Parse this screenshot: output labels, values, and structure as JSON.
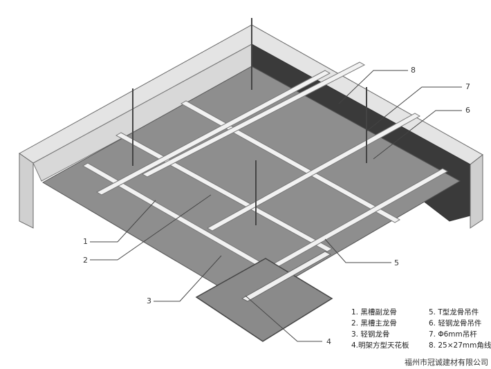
{
  "callouts": [
    "1",
    "2",
    "3",
    "4",
    "5",
    "6",
    "7",
    "8"
  ],
  "legend": {
    "left": [
      "1. 黑槽副龙骨",
      "2. 黑槽主龙骨",
      "3. 轻钢龙骨",
      "4.明架方型天花板"
    ],
    "right": [
      "5. T型龙骨吊件",
      "6. 轻钢龙骨吊件",
      "7. Φ6mm吊杆",
      "8. 25×27mm角线"
    ]
  },
  "company": "福州市冠诚建材有限公司",
  "colors": {
    "wall_top": "#e6e6e6",
    "wall_front": "#cfcfcf",
    "wall_dark": "#3a3a3a",
    "panel": "#8c8c8c",
    "rail": "#f0f0f0",
    "line": "#555555"
  }
}
